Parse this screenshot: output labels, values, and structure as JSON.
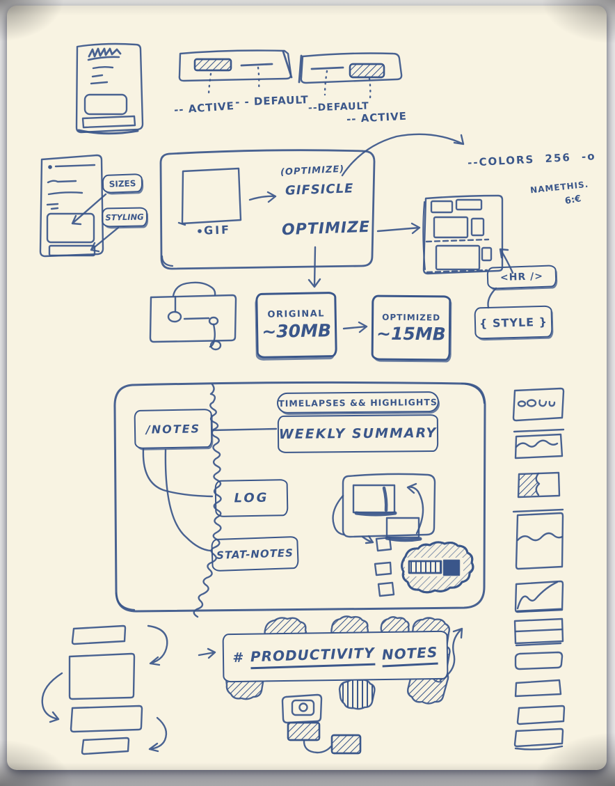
{
  "meta": {
    "type": "hand-drawn wireframe sketch",
    "paper_color": "#f8f3e2",
    "ink_color": "#3a568a"
  },
  "tab_demo": {
    "left_bar": {
      "active_label": "-- ACTIVE",
      "default_label": "- - DEFAULT"
    },
    "right_bar": {
      "default_label": "--DEFAULT",
      "active_label": "-- ACTIVE"
    }
  },
  "sidebar_demo": {
    "sizes_chip": "SIZES",
    "styling_chip": "STYLING"
  },
  "gif_flow": {
    "thumb_label": "GIF",
    "tool_hint": "(OPTIMIZE)",
    "tool_name": "GIFSICLE",
    "action_label": "OPTIMIZE",
    "colors_note": "--COLORS 256 -o",
    "naming_note": "NAMETHIS.",
    "naming_scribble": "6:€",
    "before": {
      "title": "ORIGINAL",
      "size": "~30MB"
    },
    "after": {
      "title": "OPTIMIZED",
      "size": "~15MB"
    },
    "hr_tag": "<HR />",
    "style_tag": "{ STYLE }"
  },
  "notes_app": {
    "header_pill": "TIMELAPSES && HIGHLIGHTS",
    "nav_item": "/NOTES",
    "summary_title": "WEEKLY SUMMARY",
    "log_label": "LOG",
    "stat_label": "STAT-NOTES"
  },
  "banner": {
    "hash": "#",
    "word1": "PRODUCTIVITY",
    "word2": "NOTES"
  }
}
